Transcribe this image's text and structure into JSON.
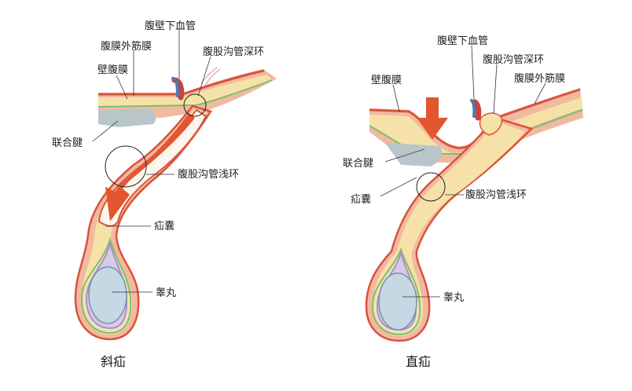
{
  "panels": [
    {
      "caption": "斜疝",
      "labels": {
        "inferior_epigastric_vessels": "腹壁下血管",
        "external_oblique_fascia": "腹膜外筋膜",
        "peritoneum": "壁腹膜",
        "deep_ring": "腹股沟管深环",
        "conjoint_tendon": "联合腱",
        "superficial_ring": "腹股沟管浅环",
        "hernia_sac": "疝囊",
        "testis": "睾丸"
      }
    },
    {
      "caption": "直疝",
      "labels": {
        "inferior_epigastric_vessels": "腹壁下血管",
        "deep_ring": "腹股沟管深环",
        "peritoneum": "壁腹膜",
        "external_oblique_fascia": "腹膜外筋膜",
        "conjoint_tendon": "联合腱",
        "hernia_sac": "疝囊",
        "superficial_ring": "腹股沟管浅环",
        "testis": "睾丸"
      }
    }
  ],
  "colors": {
    "outer_layer": "#f2b9a1",
    "muscle_red": "#d9533a",
    "canal_yellow": "#f6e2a8",
    "green_layer": "#7dbf6a",
    "purple_layer": "#a98fca",
    "testis_fill": "#c5d8e4",
    "grey_tissue": "#b9c6c9",
    "arrow": "#e4562f",
    "vessel_red": "#c8433a",
    "vessel_blue": "#4f78b0"
  }
}
